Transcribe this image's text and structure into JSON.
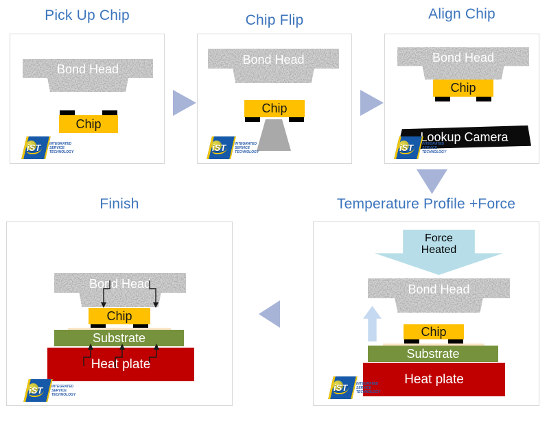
{
  "diagram_title_implicit": "Flip chip bonding process flow",
  "steps": [
    {
      "id": "pick-up-chip",
      "title": "Pick Up Chip"
    },
    {
      "id": "chip-flip",
      "title": "Chip Flip"
    },
    {
      "id": "align-chip",
      "title": "Align Chip"
    },
    {
      "id": "temperature-profile-force",
      "title": "Temperature Profile +Force"
    },
    {
      "id": "finish",
      "title": "Finish"
    }
  ],
  "labels": {
    "bond_head": "Bond Head",
    "chip": "Chip",
    "lookup_camera": "Lookup Camera",
    "substrate": "Substrate",
    "heat_plate": "Heat plate",
    "force_line1": "Force",
    "force_line2": "Heated"
  },
  "logo": {
    "short": "iST",
    "line1": "INTEGRATED",
    "line2": "SERVICE",
    "line3": "TECHNOLOGY"
  },
  "colors": {
    "title_text": "#3B74BC",
    "chip": "#FFC000",
    "chip_pad": "#000000",
    "substrate": "#76923C",
    "heat_plate": "#C00000",
    "lookup_camera": "#0B0B0B",
    "flip_tool": "#A9A9A9",
    "flow_arrow": "#A7B4D8",
    "force_arrow": "#B7DEE8",
    "lift_arrow": "#C5D9F1",
    "solder_strip": "#FBE5C7",
    "panel_border": "#D8D8D8",
    "logo_blue": "#1659A8",
    "logo_yellow": "#F2C500"
  }
}
